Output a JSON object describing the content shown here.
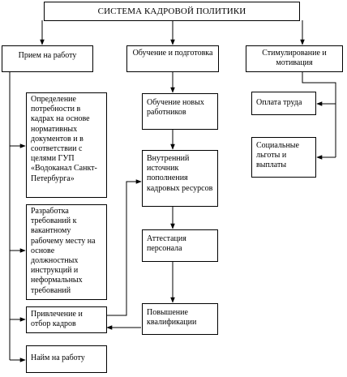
{
  "title": "СИСТЕМА КАДРОВОЙ ПОЛИТИКИ",
  "columns": {
    "hiring": "Прием на работу",
    "training": "Обучение и подготовка",
    "motivation": "Стимулирование и мотивация"
  },
  "hiring_items": [
    "Определение потребности в кадрах на основе нормативных документов и в соответствии с целями ГУП «Водоканал Санкт-Петербурга»",
    "Разработка требований к вакантному рабочему месту на основе должностных инструкций и неформальных требований",
    "Привлечение и отбор кадров",
    "Найм на работу"
  ],
  "training_items": [
    "Обучение новых работников",
    "Внутренний источник пополнения кадровых ресурсов",
    "Аттестация персонала",
    "Повышение квалификации"
  ],
  "motivation_items": [
    "Оплата труда",
    "Социальные льготы и выплаты"
  ]
}
